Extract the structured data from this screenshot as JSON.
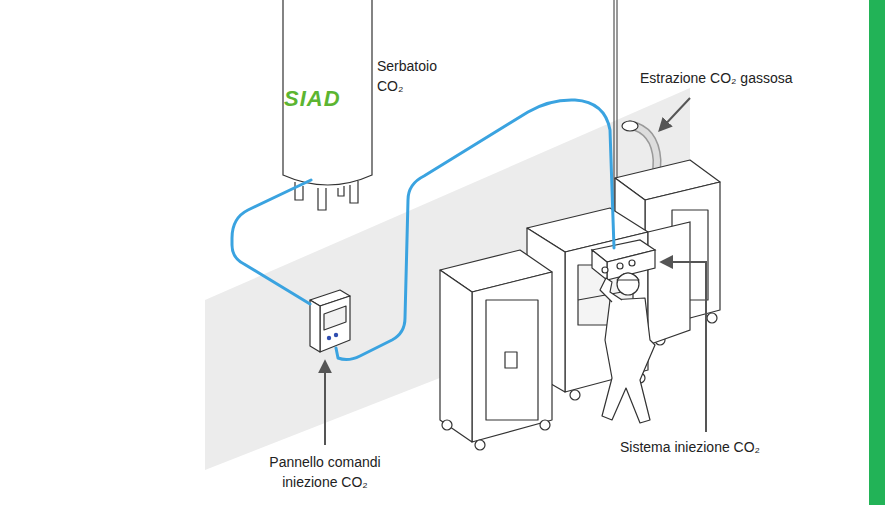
{
  "diagram": {
    "nodes": [
      {
        "text": [
          "SIAD",
          "Serbatoio CO₂"
        ]
      },
      {
        "text": [
          "Pannello comandi iniezione CO₂"
        ]
      },
      {
        "text": [
          "Sistema iniezione CO₂"
        ]
      }
    ],
    "edges": [
      {
        "from": 0,
        "to": 1,
        "arrow": "none"
      },
      {
        "from": 1,
        "to": 2,
        "arrow": "none"
      }
    ],
    "labels": [
      "Estrazione CO₂ gassosa"
    ]
  }
}
